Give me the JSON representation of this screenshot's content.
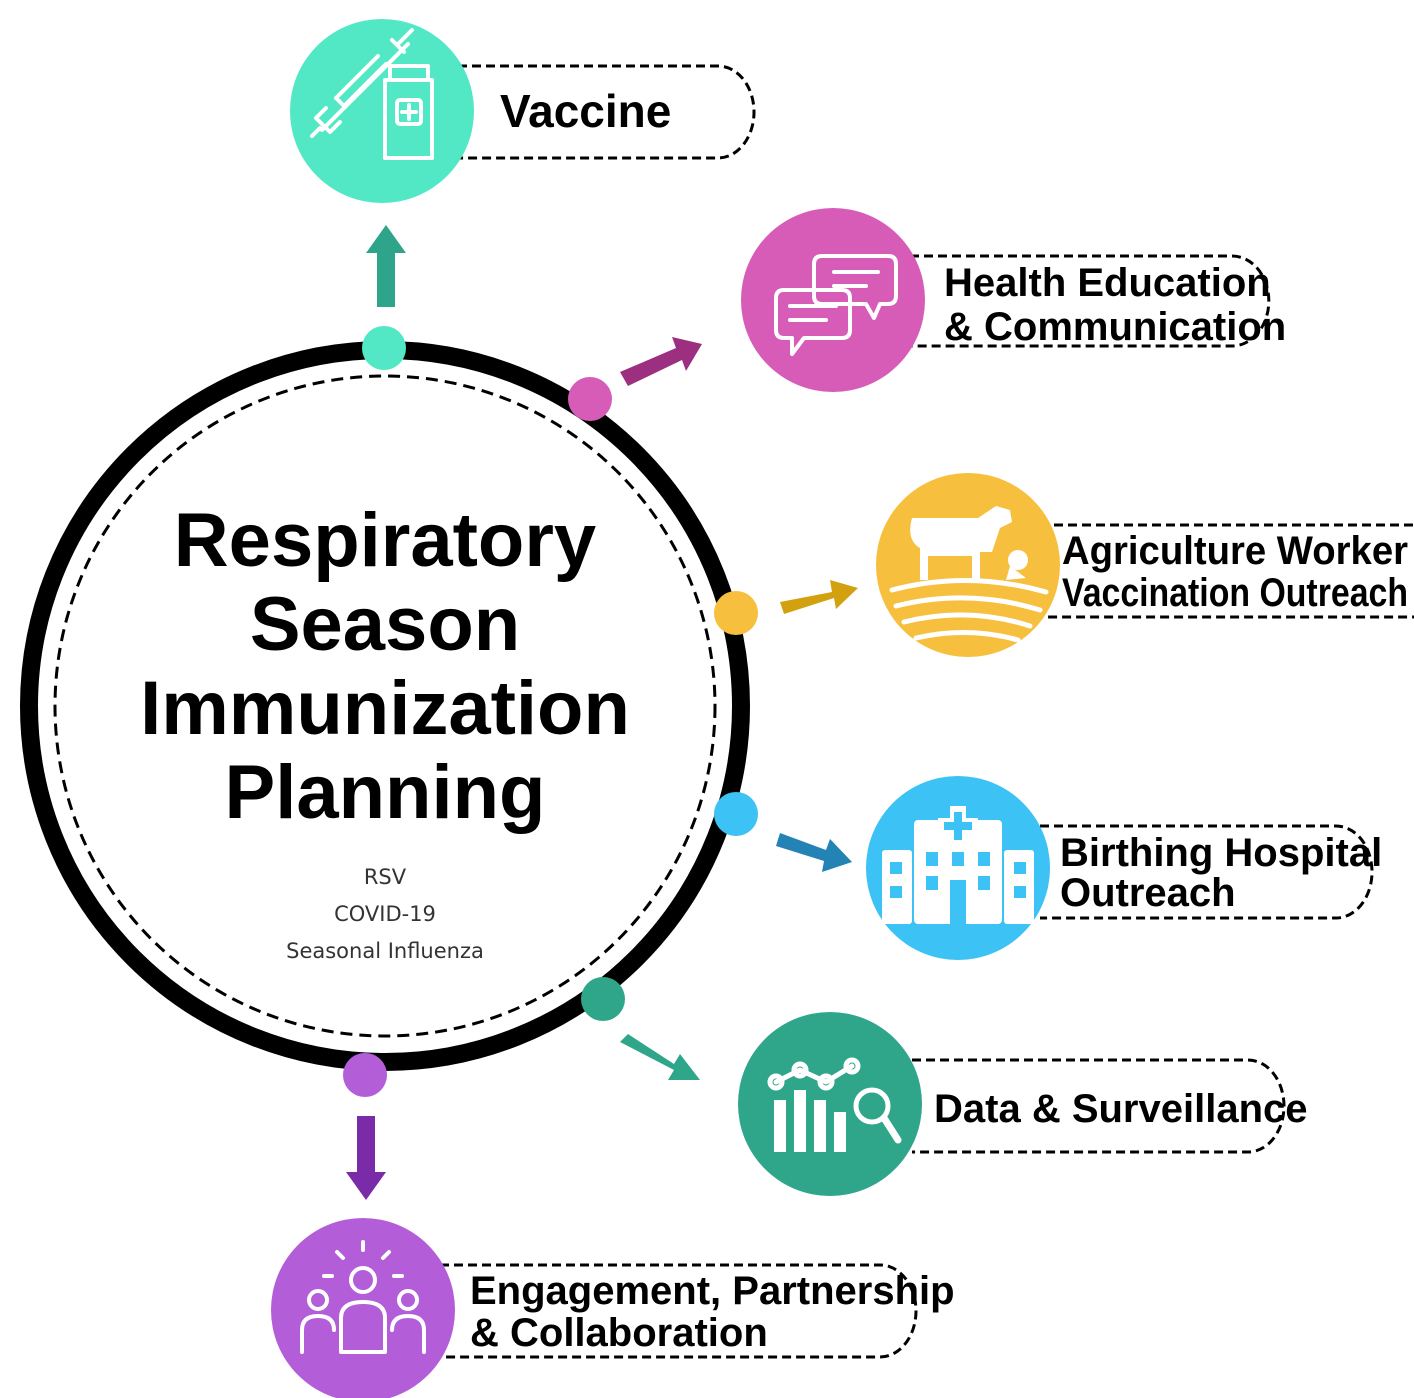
{
  "center": {
    "title_lines": [
      "Respiratory",
      "Season",
      "Immunization",
      "Planning"
    ],
    "subtitle_lines": [
      "RSV",
      "COVID-19",
      "Seasonal Influenza"
    ]
  },
  "branches": [
    {
      "id": "vaccine",
      "lines": [
        "Vaccine"
      ],
      "color": "#52e8c5",
      "arrow_color": "#2ea58a",
      "icon": "syringe-vial-icon"
    },
    {
      "id": "health-education",
      "lines": [
        "Health Education",
        "& Communication"
      ],
      "color": "#d65cb8",
      "arrow_color": "#9c2f7f",
      "icon": "chat-bubbles-icon"
    },
    {
      "id": "agriculture",
      "lines": [
        "Agriculture Worker",
        "Vaccination Outreach"
      ],
      "color": "#f6bf3e",
      "arrow_color": "#d3a00f",
      "icon": "cow-farm-icon"
    },
    {
      "id": "birthing-hospital",
      "lines": [
        "Birthing Hospital",
        "Outreach"
      ],
      "color": "#3cc2f4",
      "arrow_color": "#2383b5",
      "icon": "hospital-icon"
    },
    {
      "id": "data-surveillance",
      "lines": [
        "Data & Surveillance"
      ],
      "color": "#2fa68a",
      "arrow_color": "#2fa68a",
      "icon": "chart-magnifier-icon"
    },
    {
      "id": "engagement",
      "lines": [
        "Engagement, Partnership",
        "& Collaboration"
      ],
      "color": "#b35ed8",
      "arrow_color": "#7a2ba8",
      "icon": "people-group-icon"
    }
  ]
}
